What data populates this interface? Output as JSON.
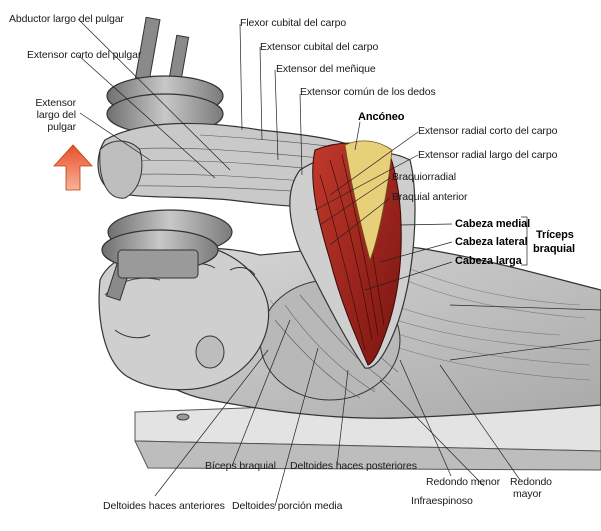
{
  "labels": {
    "abductor_largo_pulgar": "Abductor largo del pulgar",
    "extensor_corto_pulgar": "Extensor corto del pulgar",
    "extensor_largo_pulgar_1": "Extensor",
    "extensor_largo_pulgar_2": "largo del",
    "extensor_largo_pulgar_3": "pulgar",
    "flexor_cubital_carpo": "Flexor cubital del carpo",
    "extensor_cubital_carpo": "Extensor cubital del carpo",
    "extensor_menique": "Extensor del meñique",
    "extensor_comun_dedos": "Extensor común de los dedos",
    "anconeo": "Ancóneo",
    "extensor_radial_corto": "Extensor radial corto del carpo",
    "extensor_radial_largo": "Extensor radial largo del carpo",
    "braquiorradial": "Braquiorradial",
    "braquial_anterior": "Braquial anterior",
    "cabeza_medial": "Cabeza medial",
    "cabeza_lateral": "Cabeza lateral",
    "cabeza_larga": "Cabeza larga",
    "triceps_1": "Tríceps",
    "triceps_2": "braquial",
    "biceps_braquial": "Bíceps braquial",
    "deltoides_posteriores": "Deltoides haces posteriores",
    "redondo_menor": "Redondo menor",
    "redondo_mayor_1": "Redondo",
    "redondo_mayor_2": "mayor",
    "infraespinoso": "Infraespinoso",
    "deltoides_anteriores": "Deltoides haces anteriores",
    "deltoides_porcion_media": "Deltoides porción media"
  },
  "colors": {
    "arrow": "#e8502a",
    "muscle_red": "#a32017",
    "tendon_yellow": "#e8cf7a",
    "bench": "#d9d9d9",
    "line": "#222222"
  },
  "icons": {
    "arrow": "up-arrow-icon"
  }
}
